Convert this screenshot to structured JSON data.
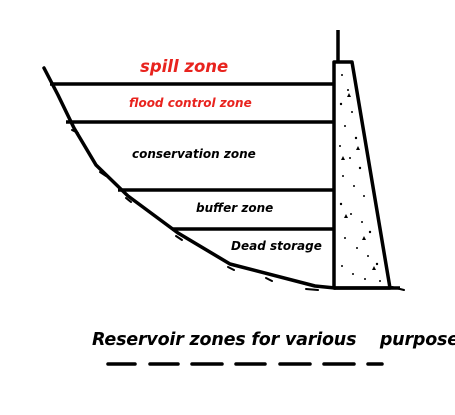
{
  "diagram": {
    "zones": [
      {
        "id": "spill",
        "label": "spill zone",
        "color": "#e8231e"
      },
      {
        "id": "flood-control",
        "label": "flood control zone",
        "color": "#e8231e"
      },
      {
        "id": "conservation",
        "label": "conservation zone",
        "color": "#000000"
      },
      {
        "id": "buffer",
        "label": "buffer zone",
        "color": "#000000"
      },
      {
        "id": "dead-storage",
        "label": "Dead storage",
        "color": "#000000"
      }
    ],
    "caption": "Reservoir zones for various    purpose",
    "colors": {
      "ink": "#000000",
      "accent": "#e8231e",
      "dam_fill": "#ffffff"
    }
  }
}
